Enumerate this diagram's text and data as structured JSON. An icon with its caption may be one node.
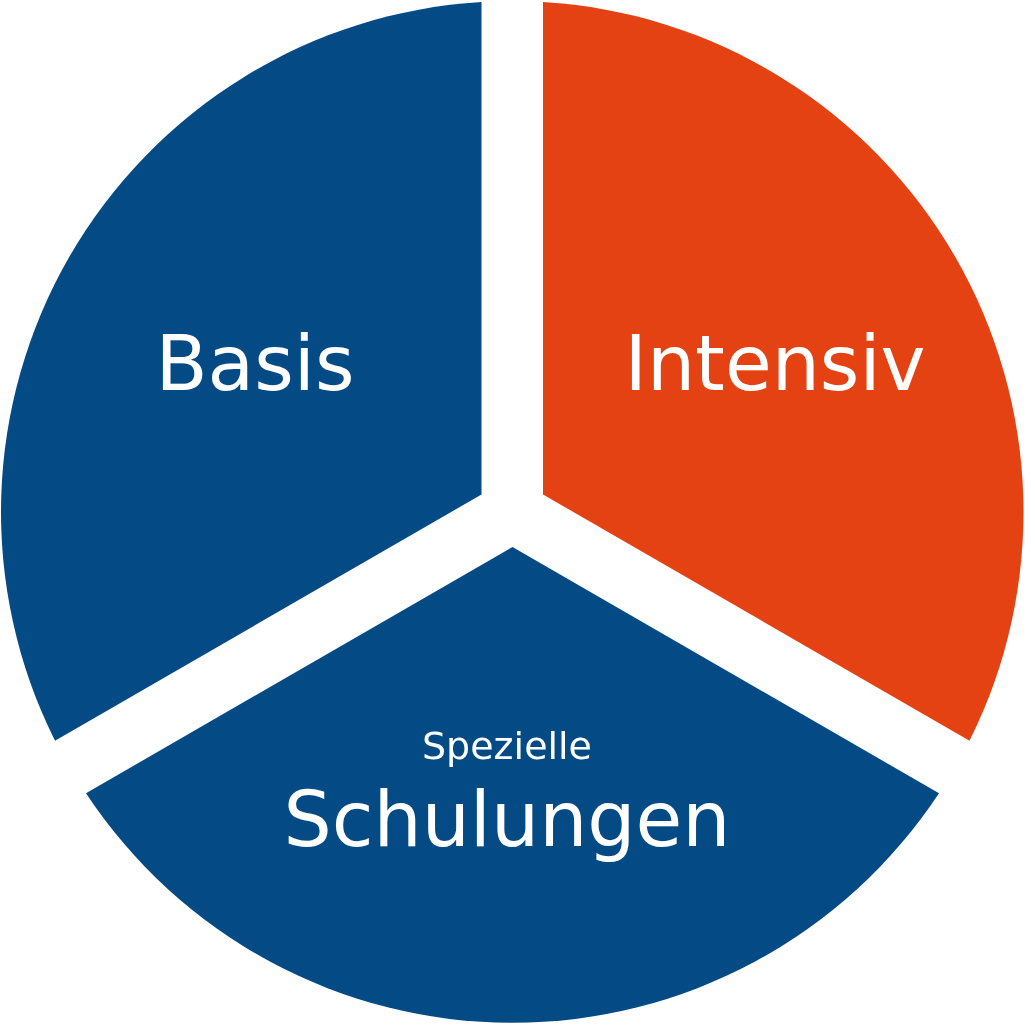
{
  "diagram": {
    "nodes": [
      {
        "text": [
          "Basis"
        ]
      },
      {
        "text": [
          "Intensiv"
        ]
      },
      {
        "text": [
          "Spezielle",
          "Schulungen"
        ]
      }
    ]
  }
}
